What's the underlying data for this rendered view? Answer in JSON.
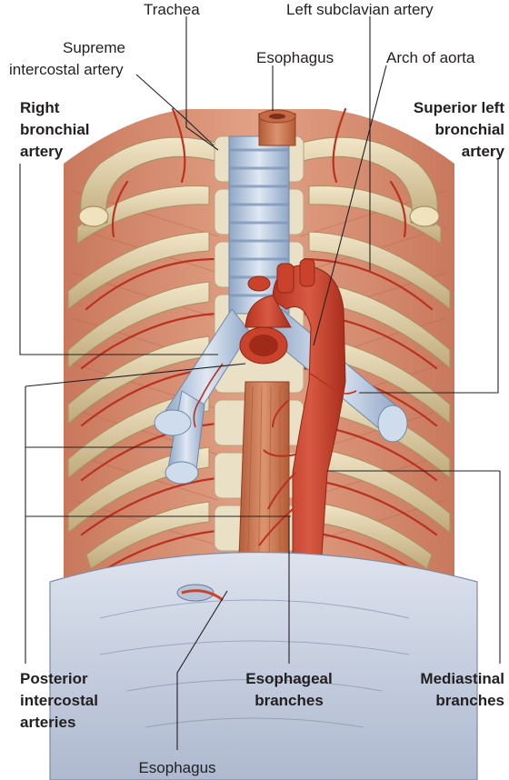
{
  "labels": {
    "trachea": "Trachea",
    "left_subclavian": "Left subclavian artery",
    "supreme_intercostal_1": "Supreme",
    "supreme_intercostal_2": "intercostal artery",
    "esophagus_top": "Esophagus",
    "arch_of_aorta": "Arch of aorta",
    "right_bronchial_1": "Right",
    "right_bronchial_2": "bronchial",
    "right_bronchial_3": "artery",
    "superior_left_bronchial_1": "Superior left",
    "superior_left_bronchial_2": "bronchial",
    "superior_left_bronchial_3": "artery",
    "posterior_intercostal_1": "Posterior",
    "posterior_intercostal_2": "intercostal",
    "posterior_intercostal_3": "arteries",
    "esophageal_branches_1": "Esophageal",
    "esophageal_branches_2": "branches",
    "mediastinal_branches_1": "Mediastinal",
    "mediastinal_branches_2": "branches",
    "esophagus_bottom": "Esophagus"
  },
  "colors": {
    "muscle": "#d98c6e",
    "muscle_dark": "#c56f53",
    "rib": "#e2d3ae",
    "rib_shadow": "#b9a57a",
    "artery": "#c73d2a",
    "artery_dark": "#9e2a1c",
    "trachea": "#b9cbe0",
    "trachea_ring": "#7f97b8",
    "esophagus": "#c8704a",
    "diaphragm": "#c6cfe0",
    "spine": "#e6ddc4"
  }
}
